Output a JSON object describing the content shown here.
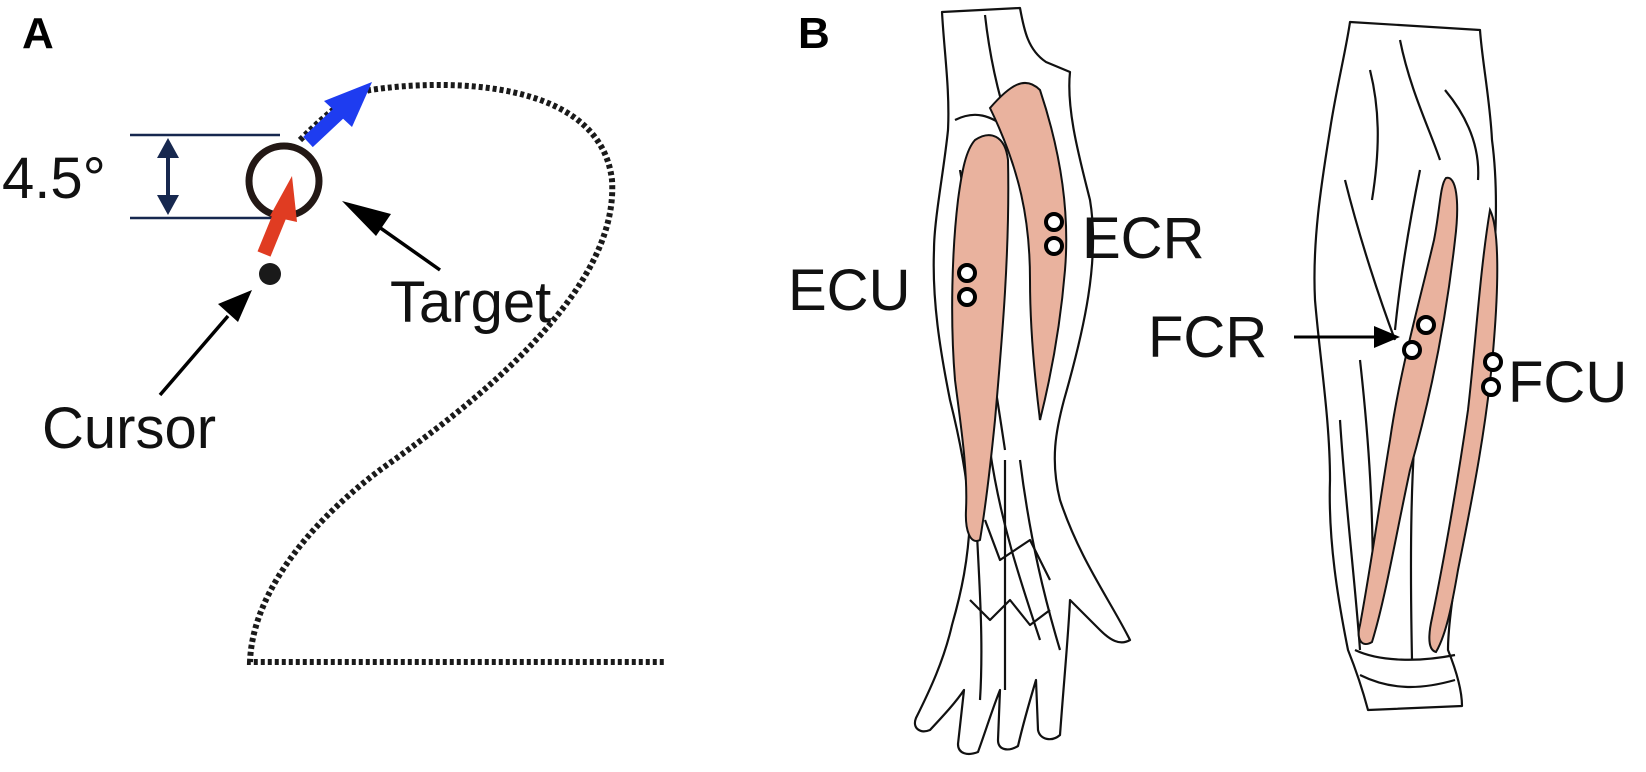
{
  "panel_a": {
    "letter": "A",
    "degree_label": "4.5°",
    "target_label": "Target",
    "cursor_label": "Cursor"
  },
  "panel_b": {
    "letter": "B",
    "muscles": {
      "ecu": "ECU",
      "ecr": "ECR",
      "fcr": "FCR",
      "fcu": "FCU"
    }
  },
  "colors": {
    "muscle_fill": "#e9b29e",
    "cursor_arrow": "#e03c22",
    "direction_arrow": "#1e3cf0",
    "bracket": "#17284f",
    "outline": "#111111"
  }
}
